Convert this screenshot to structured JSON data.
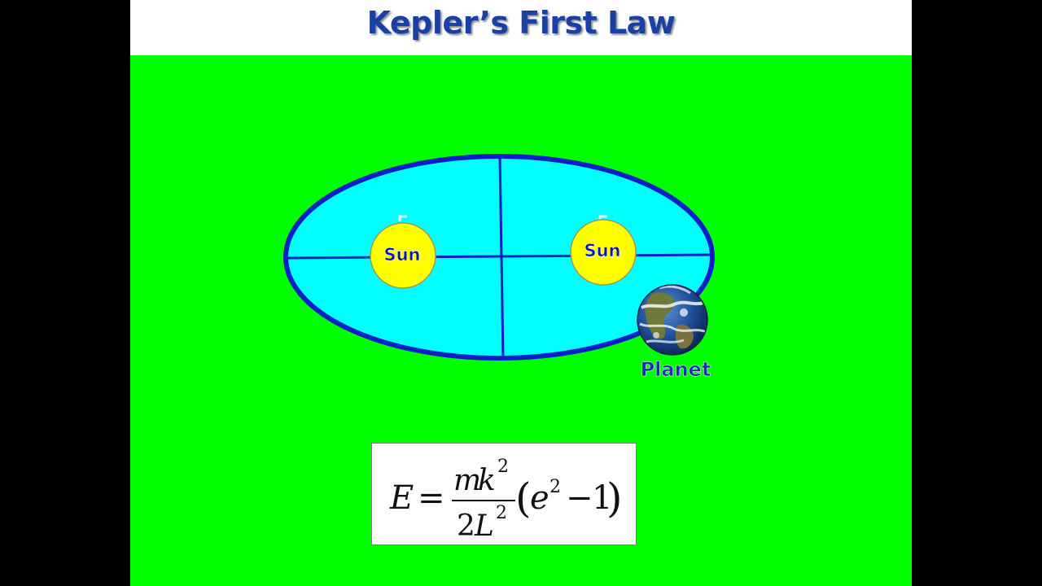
{
  "slide": {
    "title": "Kepler’s First Law",
    "background_color": "#00ff00",
    "title_color": "#1a3fa6"
  },
  "diagram": {
    "orbit_fill": "#00ffff",
    "orbit_stroke": "#0a1fc8",
    "focus_left_label": "Sun",
    "focus_right_label": "Sun",
    "sun_color": "#ffff00",
    "planet_label": "Planet",
    "planet_icon": "earth-globe-icon"
  },
  "formula": {
    "lhs": "E",
    "equals": "=",
    "num_m": "m",
    "num_k": "k",
    "num_exp": "2",
    "den_2": "2",
    "den_L": "L",
    "den_exp": "2",
    "open_paren": "(",
    "e": "e",
    "e_exp": "2",
    "minus": "−",
    "one": "1",
    "close_paren": ")"
  }
}
